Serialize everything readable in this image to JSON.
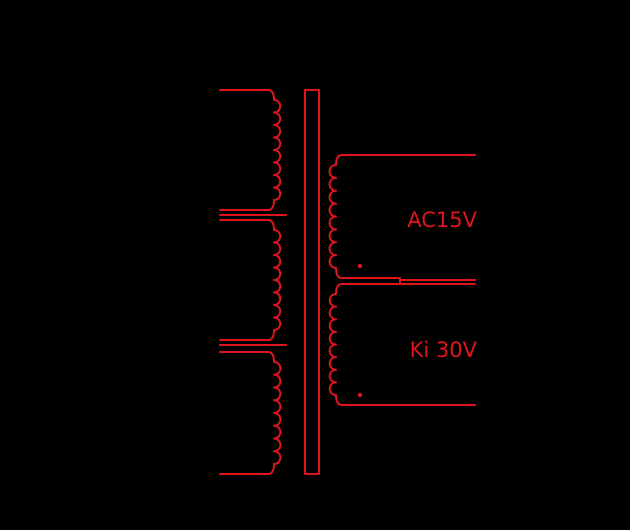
{
  "diagram": {
    "type": "transformer-schematic",
    "colors": {
      "background": "#000000",
      "stroke": "#e0151c"
    },
    "core": {
      "label": ""
    },
    "primary_windings": [
      {
        "name": "primary-winding-1"
      },
      {
        "name": "primary-winding-2"
      },
      {
        "name": "primary-winding-3"
      }
    ],
    "secondary_windings": [
      {
        "name": "secondary-winding-upper",
        "label": "AC15V",
        "dot": true
      },
      {
        "name": "secondary-winding-lower",
        "label": "Ki 30V",
        "dot": true
      }
    ]
  }
}
